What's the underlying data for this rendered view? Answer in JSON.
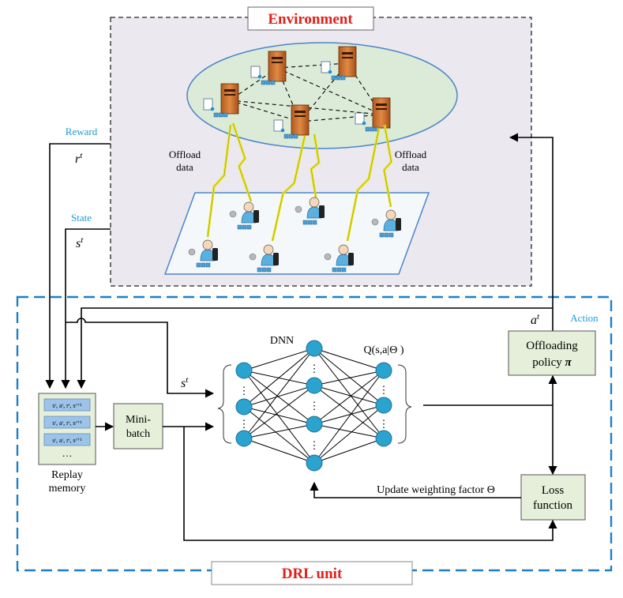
{
  "environment": {
    "title": "Environment",
    "offload_left": [
      "Offload",
      "data"
    ],
    "offload_right": [
      "Offload",
      "data"
    ]
  },
  "drl_unit": {
    "title": "DRL unit"
  },
  "signals": {
    "reward_label": "Reward",
    "reward_symbol": "r",
    "reward_sup": "t",
    "state_label": "State",
    "state_symbol": "s",
    "state_sup": "t",
    "action_label": "Action",
    "action_symbol": "a",
    "action_sup": "t",
    "dnn_input_symbol": "s",
    "dnn_input_sup": "t"
  },
  "replay_memory": {
    "label": [
      "Replay",
      "memory"
    ],
    "rows": [
      "sᵗ, aᵗ, rᵗ, sᵗ⁺¹",
      "sᵗ, aᵗ, rᵗ, sᵗ⁺¹",
      "sᵗ, aᵗ, rᵗ, sᵗ⁺¹"
    ],
    "more": "…"
  },
  "minibatch": {
    "label": [
      "Mini-",
      "batch"
    ]
  },
  "dnn": {
    "label": "DNN",
    "q_label": "Q(s,a|Θ )",
    "ellipsis": "⋮"
  },
  "policy": {
    "label_line1": "Offloading",
    "label_line2": "policy",
    "pi": "π"
  },
  "loss": {
    "label": [
      "Loss",
      "function"
    ]
  },
  "update": {
    "label": "Update weighting factor Θ"
  },
  "colors": {
    "env_bg": "#ece8f0",
    "drl_border": "#1f7fc4",
    "box_fill": "#e6efda",
    "node_fill": "#2aa3cf",
    "title_red": "#e0201b",
    "label_blue": "#1c9ad6",
    "ellipse_fill": "#dcebd8",
    "ellipse_border": "#4a86c5"
  }
}
